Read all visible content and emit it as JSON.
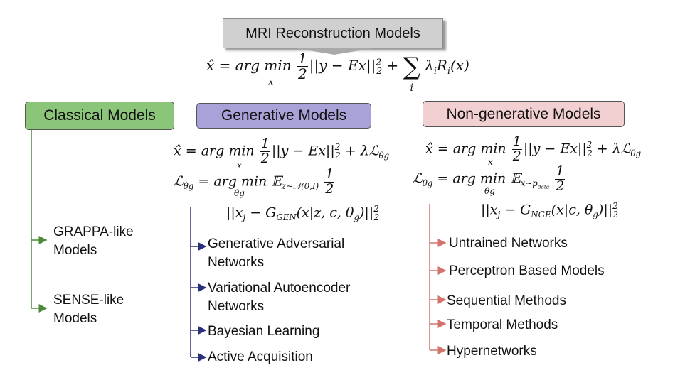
{
  "title": "MRI Reconstruction Models",
  "main_equation": {
    "lhs": "x̂ = arg min",
    "argmin_sub": "x",
    "frac_num": "1",
    "frac_den": "2",
    "term": "||y − Ex||",
    "exp": "2",
    "sub": "2",
    "plus": "+",
    "sum": "∑",
    "sum_sub": "i",
    "reg": "λ",
    "reg_sub": "i",
    "reg_R": "R",
    "reg_R_sub": "i",
    "reg_arg": "(x)"
  },
  "categories": {
    "classical": {
      "label": "Classical Models",
      "color": "#8bc57a",
      "line_color": "#4a8a3a",
      "items": [
        "GRAPPA-like\nModels",
        "SENSE-like\nModels"
      ]
    },
    "generative": {
      "label": "Generative Models",
      "color": "#a9a2d8",
      "line_color": "#2a2f7a",
      "eq1": {
        "lhs": "x̂ = arg min",
        "sub": "x",
        "term": "||y − Ex||",
        "tail": "+ λℒ",
        "tail_sub": "θg"
      },
      "eq2": {
        "lhs": "ℒ",
        "lhs_sub": "θg",
        "mid": "= arg min",
        "mid_sub": "θg",
        "E": "𝔼",
        "E_sub": "z∼𝒩(0,I)"
      },
      "eq3": {
        "text": "||x",
        "x_sub": "j",
        "g": " − G",
        "g_sub": "GEN",
        "args": "(x|z, c, θ",
        "args_sub": "g",
        "close": ")||"
      },
      "items": [
        "Generative Adversarial\nNetworks",
        "Variational Autoencoder\nNetworks",
        "Bayesian Learning",
        "Active Acquisition"
      ]
    },
    "nongenerative": {
      "label": "Non-generative Models",
      "color": "#f2cfd0",
      "line_color": "#d4736d",
      "eq1": {
        "lhs": "x̂ = arg min",
        "sub": "x",
        "term": "||y − Ex||",
        "tail": "+ λℒ",
        "tail_sub": "θg"
      },
      "eq2": {
        "lhs": "ℒ",
        "lhs_sub": "θg",
        "mid": "= arg min",
        "mid_sub": "θg",
        "E": "𝔼",
        "E_sub": "x∼p",
        "E_sub2": "data"
      },
      "eq3": {
        "text": "||x",
        "x_sub": "j",
        "g": " − G",
        "g_sub": "NGE",
        "args": "(x|c, θ",
        "args_sub": "g",
        "close": ")||"
      },
      "items": [
        "Untrained Networks",
        "Perceptron Based Models",
        "Sequential Methods",
        "Temporal Methods",
        "Hypernetworks"
      ]
    }
  }
}
